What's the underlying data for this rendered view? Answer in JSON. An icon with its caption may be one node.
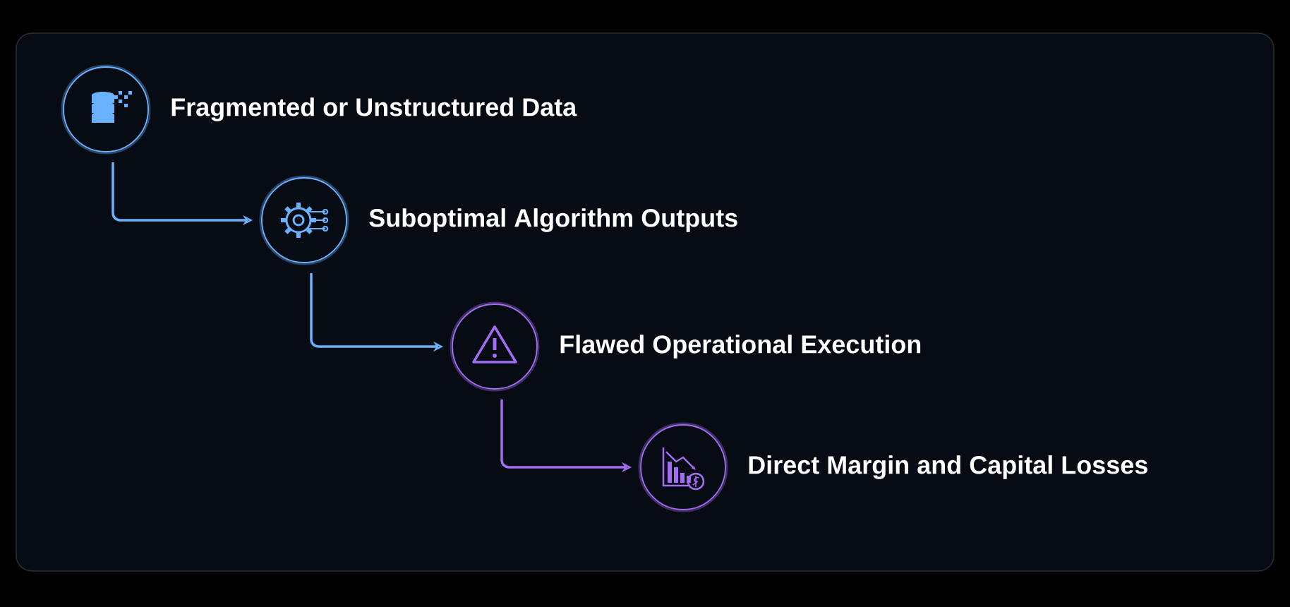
{
  "diagram": {
    "nodes": [
      {
        "text": [],
        "shape": "circle",
        "beside": [
          "Fragmented or Unstructured Data"
        ]
      },
      {
        "text": [],
        "shape": "circle",
        "beside": [
          "Suboptimal Algorithm Outputs"
        ]
      },
      {
        "text": [],
        "shape": "circle",
        "beside": [
          "Flawed Operational Execution"
        ]
      },
      {
        "text": [],
        "shape": "circle",
        "beside": [
          "Direct Margin and Capital Losses"
        ]
      }
    ],
    "edges": [
      {
        "from": 0,
        "to": 1,
        "arrow": "to"
      },
      {
        "from": 1,
        "to": 2,
        "arrow": "to"
      },
      {
        "from": 2,
        "to": 3,
        "arrow": "to",
        "color": "#a46cf2"
      }
    ]
  }
}
